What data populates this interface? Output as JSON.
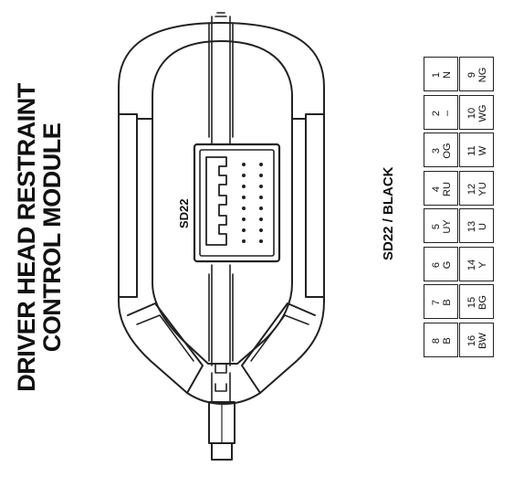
{
  "title": {
    "line1": "DRIVER HEAD RESTRAINT",
    "line2": "CONTROL MODULE"
  },
  "connector": {
    "id_label": "SD22",
    "subtitle": "SD22 / BLACK"
  },
  "pins_top_row": [
    {
      "number": "1",
      "wire": "N"
    },
    {
      "number": "2",
      "wire": "–"
    },
    {
      "number": "3",
      "wire": "OG"
    },
    {
      "number": "4",
      "wire": "RU"
    },
    {
      "number": "5",
      "wire": "UY"
    },
    {
      "number": "6",
      "wire": "G"
    },
    {
      "number": "7",
      "wire": "B"
    },
    {
      "number": "8",
      "wire": "B"
    }
  ],
  "pins_bottom_row": [
    {
      "number": "9",
      "wire": "NG"
    },
    {
      "number": "10",
      "wire": "WG"
    },
    {
      "number": "11",
      "wire": "W"
    },
    {
      "number": "12",
      "wire": "YU"
    },
    {
      "number": "13",
      "wire": "U"
    },
    {
      "number": "14",
      "wire": "Y"
    },
    {
      "number": "15",
      "wire": "BG"
    },
    {
      "number": "16",
      "wire": "BW"
    }
  ]
}
